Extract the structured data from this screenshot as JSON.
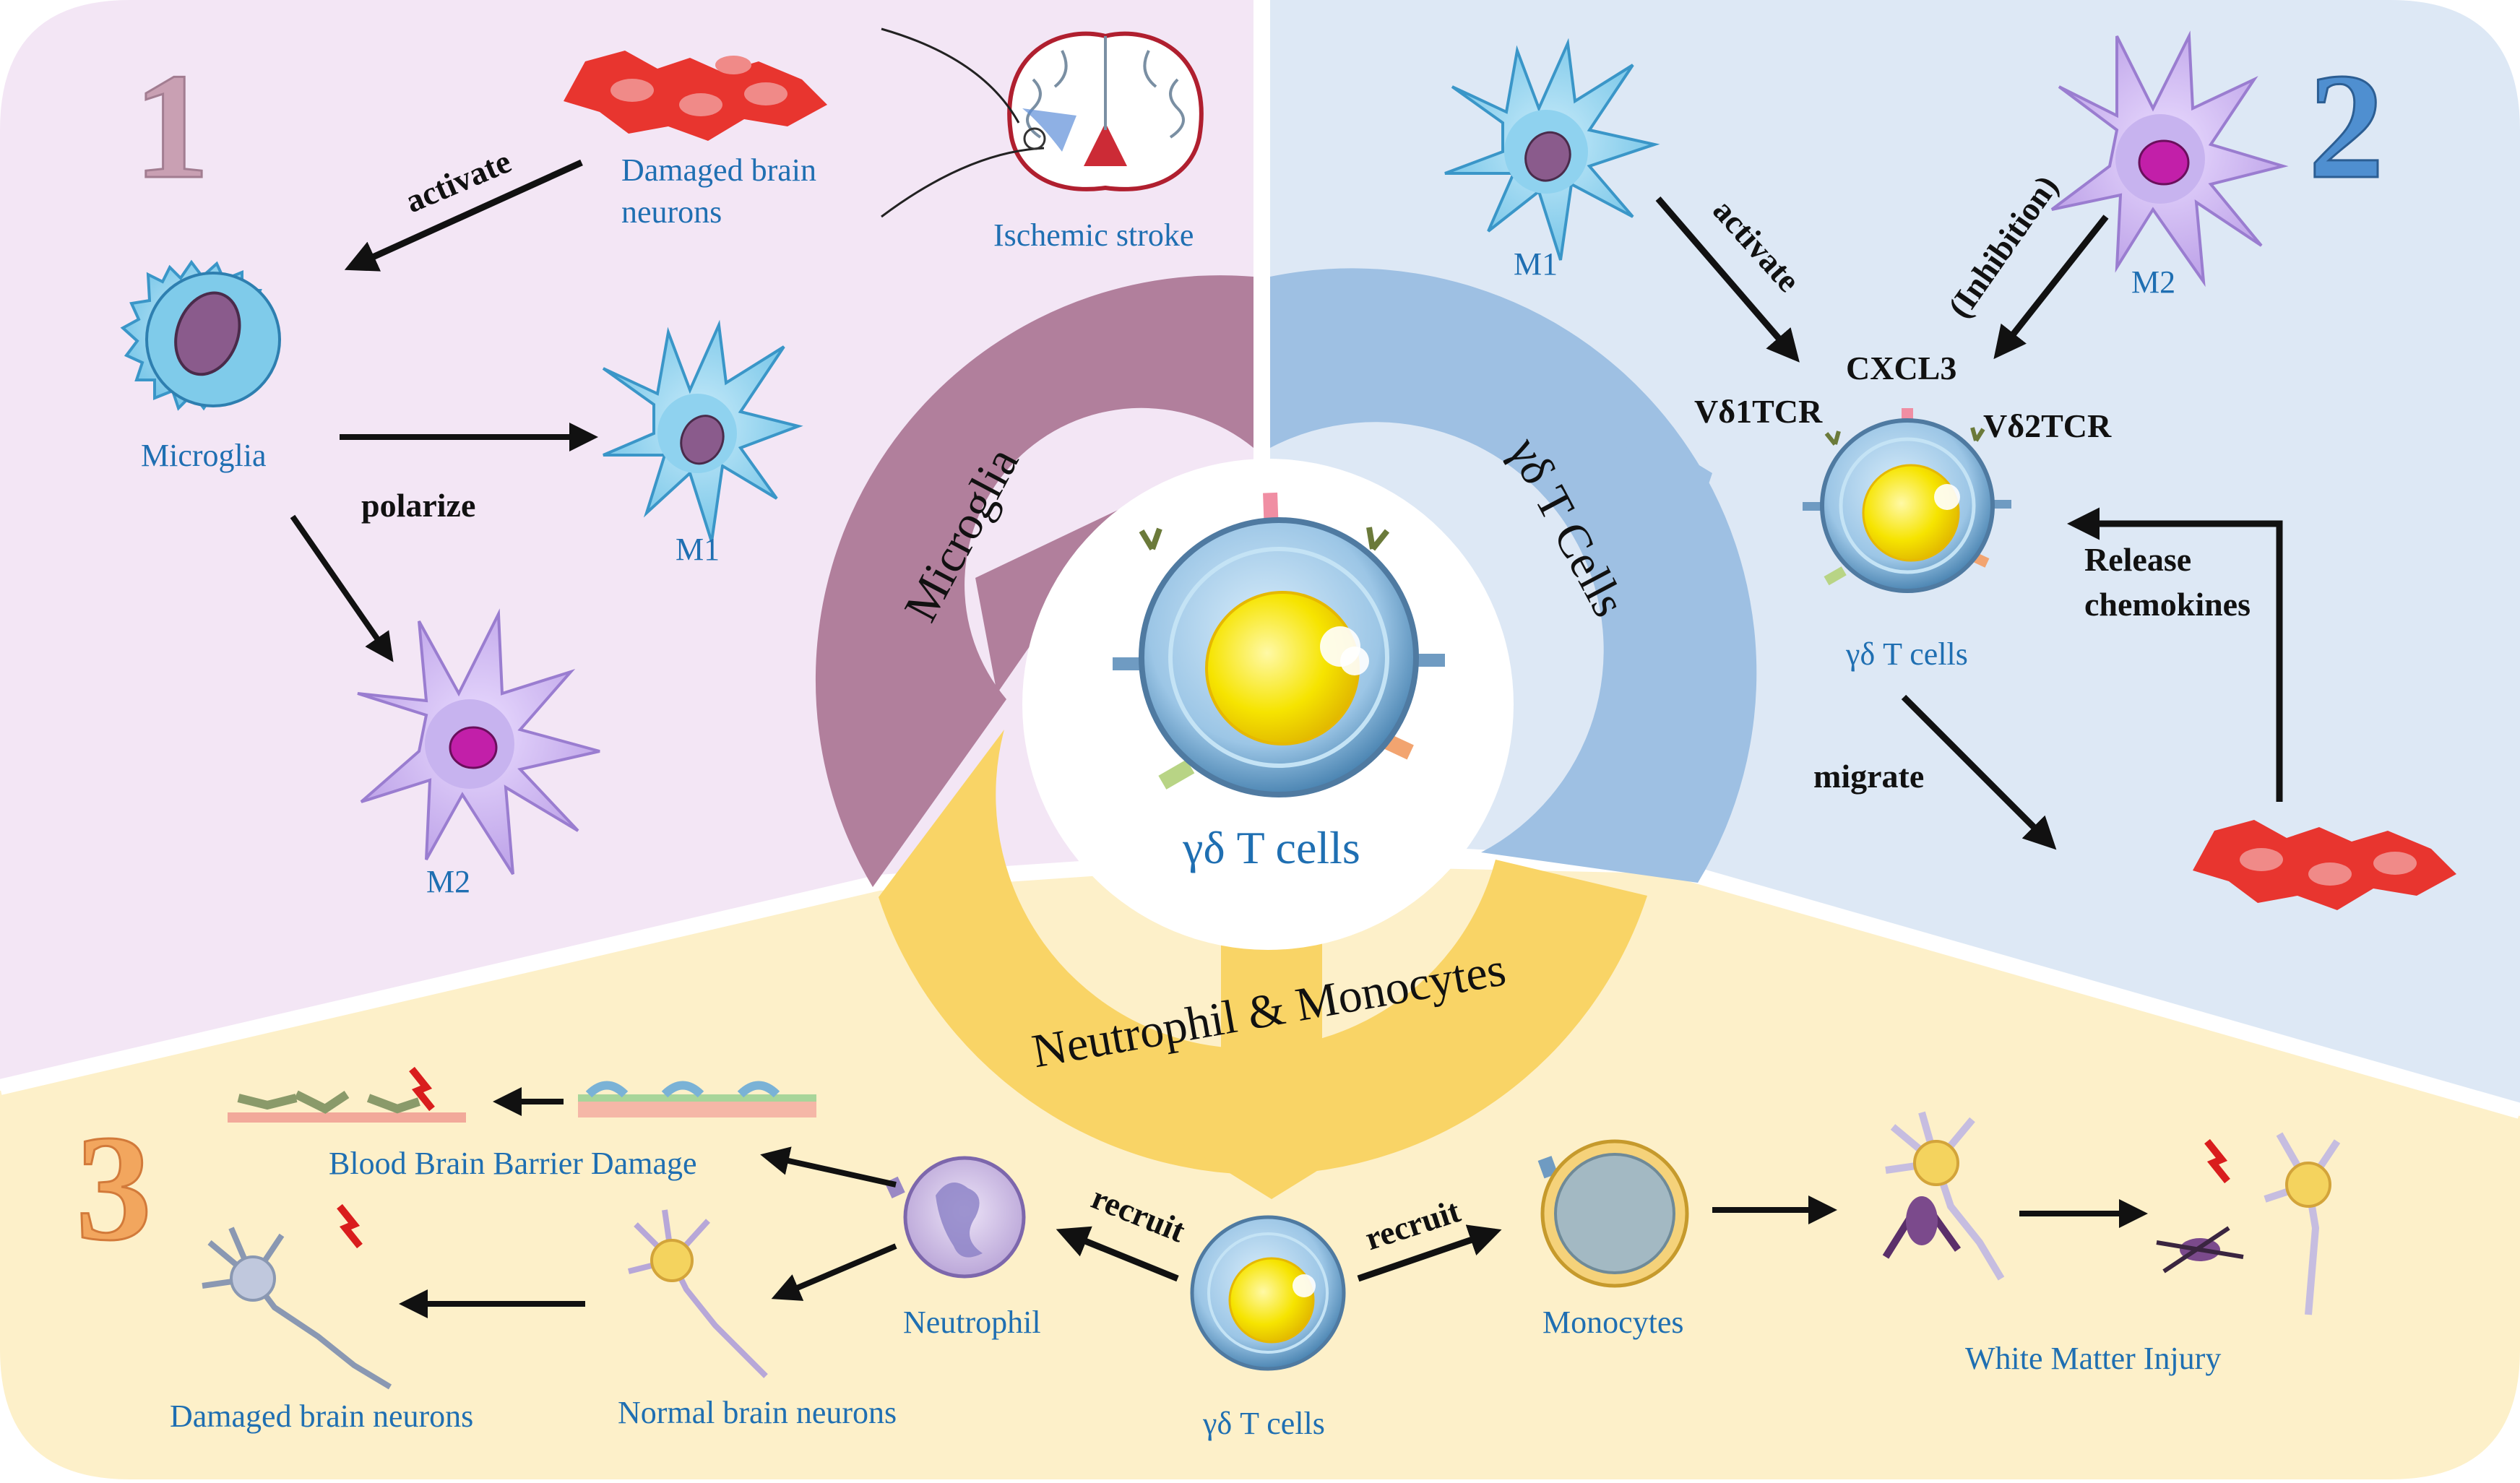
{
  "panel1": {
    "number": "1",
    "labels": {
      "damaged_neurons_1": "Damaged brain",
      "damaged_neurons_2": "neurons",
      "ischemic_stroke": "Ischemic stroke",
      "microglia": "Microglia",
      "m1": "M1",
      "m2": "M2"
    },
    "arrows": {
      "activate": "activate",
      "polarize": "polarize"
    }
  },
  "panel2": {
    "number": "2",
    "labels": {
      "m1": "M1",
      "m2": "M2",
      "gd_cells": "γδ T cells",
      "cxcl3": "CXCL3",
      "vd1tcr": "Vδ1TCR",
      "vd2tcr": "Vδ2TCR"
    },
    "arrows": {
      "activate": "activate",
      "inhibition": "(Inhibition)",
      "release_1": "Release",
      "release_2": "chemokines",
      "migrate": "migrate"
    }
  },
  "panel3": {
    "number": "3",
    "labels": {
      "bbb_damage": "Blood Brain Barrier Damage",
      "damaged_neurons": "Damaged brain neurons",
      "normal_neurons": "Normal brain neurons",
      "neutrophil": "Neutrophil",
      "gd_cells": "γδ T cells",
      "monocytes": "Monocytes",
      "white_matter": "White Matter Injury"
    },
    "arrows": {
      "recruit_left": "recruit",
      "recruit_right": "recruit"
    }
  },
  "center": {
    "ring_microglia": "Microglia",
    "ring_gd": "γδ T Cells",
    "ring_neutro": "Neutrophil & Monocytes",
    "core_label": "γδ T cells"
  },
  "colors": {
    "panel1_bg": "#f3e6f5",
    "panel2_bg": "#dde8f5",
    "panel3_bg": "#fdf0c9",
    "ring_microglia": "#b17f9c",
    "ring_gd": "#9ec0e3",
    "ring_neutro": "#f9d466",
    "label_blue": "#1f6fb2",
    "number1": "#c9a0b3",
    "number2": "#4f8fd0",
    "number3": "#f2a65e"
  }
}
